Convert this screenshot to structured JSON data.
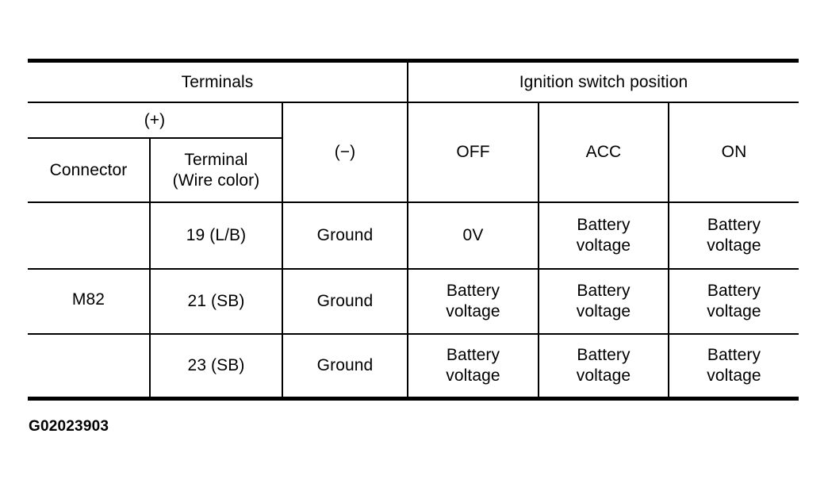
{
  "table": {
    "group_headers": {
      "terminals": "Terminals",
      "ignition_switch_position": "Ignition switch position"
    },
    "sub_headers": {
      "positive": "(+)",
      "connector": "Connector",
      "terminal_wire_color": "Terminal\n(Wire color)",
      "negative": "(−)"
    },
    "switch_positions": [
      "OFF",
      "ACC",
      "ON"
    ],
    "rows": [
      {
        "connector": "M82",
        "terminal": "19 (L/B)",
        "negative": "Ground",
        "off": "0V",
        "acc": "Battery\nvoltage",
        "on": "Battery\nvoltage"
      },
      {
        "connector": "",
        "terminal": "21 (SB)",
        "negative": "Ground",
        "off": "Battery\nvoltage",
        "acc": "Battery\nvoltage",
        "on": "Battery\nvoltage"
      },
      {
        "connector": "",
        "terminal": "23 (SB)",
        "negative": "Ground",
        "off": "Battery\nvoltage",
        "acc": "Battery\nvoltage",
        "on": "Battery\nvoltage"
      }
    ]
  },
  "caption": "G02023903",
  "colors": {
    "ink": "#000000",
    "paper": "#ffffff"
  }
}
